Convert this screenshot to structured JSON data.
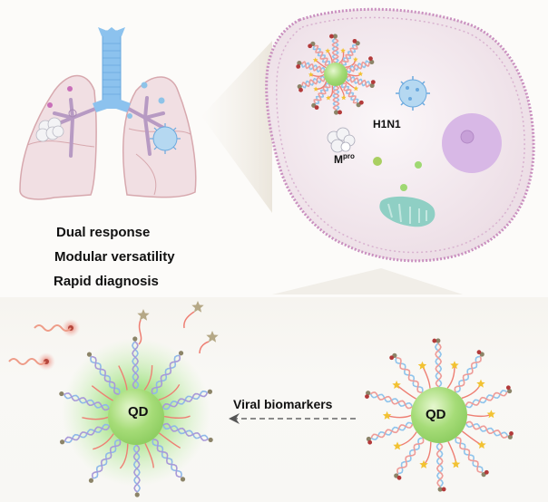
{
  "figure": {
    "type": "graphical-abstract",
    "panels": {
      "organ": {
        "name": "lungs"
      },
      "cell": {
        "labels": {
          "virus": "H1N1",
          "protease_main": "M",
          "protease_sup": "pro"
        }
      },
      "features": [
        "Dual response",
        "Modular versatility",
        "Rapid diagnosis"
      ],
      "assay": {
        "left_qd_label": "QD",
        "right_qd_label": "QD",
        "arrow_label": "Viral biomarkers",
        "arrow_direction": "right-to-left"
      }
    },
    "colors": {
      "qd_green": "#9fd872",
      "cell_membrane": "#c98fbf",
      "lung_fill": "#f1dfe3",
      "trachea_blue": "#8cc2ee",
      "bronchi_purple": "#b79ac3",
      "virus_blue": "#8ec3e8",
      "nucleus": "#d8b8e6",
      "mitochondrion": "#8fcfc4",
      "star_yellow": "#f2c232",
      "star_tan": "#b5a886",
      "red_strand": "#ee7f73"
    }
  }
}
